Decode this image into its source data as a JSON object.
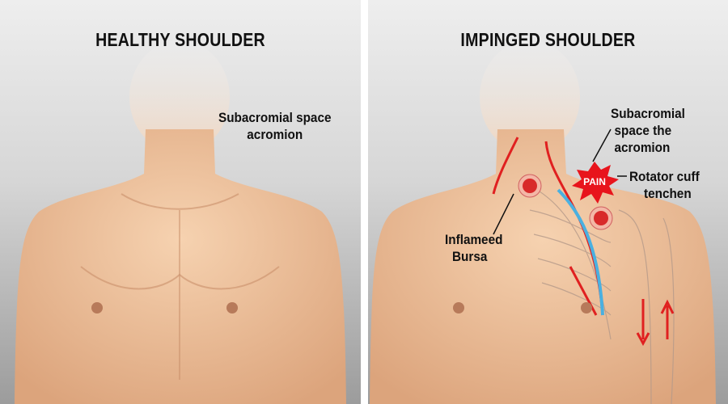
{
  "left_panel": {
    "title": "HEALTHY SHOULDER",
    "label_line1": "Subacromial space",
    "label_line2": "acromion"
  },
  "right_panel": {
    "title": "IMPINGED SHOULDER",
    "subacromial_line1": "Subacromial",
    "subacromial_line2": "space the",
    "subacromial_line3": "acromion",
    "pain_badge": "PAIN",
    "rotator_line1": "Rotator cuff",
    "rotator_line2": "tenchen",
    "bursa_line1": "Inflameed",
    "bursa_line2": "Bursa"
  },
  "colors": {
    "skin": "#f1c7a1",
    "inflammation": "#e02020",
    "nerve": "#4ab0e0"
  }
}
